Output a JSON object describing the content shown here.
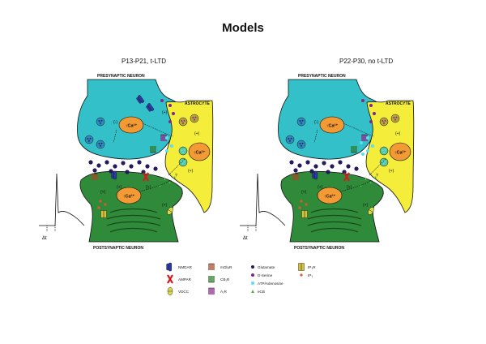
{
  "title": "Models",
  "panels": [
    {
      "heading": "P13-P21, t-LTD",
      "presynaptic": "PRESYNAPTIC NEURON",
      "astrocyte": "ASTROCYTE",
      "postsynaptic": "POSTSYNAPTIC NEURON",
      "calcium": "↑Ca²⁺",
      "calcium_astro": "↑Ca²⁺",
      "delta": "Δt",
      "question": "?"
    },
    {
      "heading": "P22-P30, no t-LTD",
      "presynaptic": "PRESYNAPTIC NEURON",
      "astrocyte": "ASTROCYTE",
      "postsynaptic": "POSTSYNAPTIC NEURON",
      "calcium": "↑Ca²⁺",
      "calcium_astro": "↑Ca²⁺",
      "delta": "Δt",
      "question": "?"
    }
  ],
  "signs": {
    "plus": "(+)",
    "minus": "(-)"
  },
  "legend": {
    "nmdar": "NMDAR",
    "ampar": "AMPAR",
    "vdcc": "VDCC",
    "mglur": "mGluR",
    "cb1r": "CB₁R",
    "a1r": "A₁R",
    "glutamate": "Glutamate",
    "dserine": "D-Serine",
    "atp": "ATP/Adenosine",
    "ecb": "eCB",
    "ip3r": "IP₃R",
    "ip3": "IP₃"
  },
  "colors": {
    "presynaptic": "#33c0c8",
    "postsynaptic": "#2f8a3a",
    "astrocyte": "#f4ee3a",
    "calcium": "#f39a35",
    "glutamate": "#241a5c",
    "dserine": "#7a2a86",
    "atp": "#59e0ea",
    "ecb": "#4ab54a",
    "nmdar": "#2a3aa8",
    "ampar": "#cc2020",
    "vdcc": "#d8d84a",
    "mglur": "#a04a2a",
    "cb1r": "#2f7a2f",
    "a1r": "#8a2a8a",
    "ip3r": "#d4c23a",
    "ip3": "#e25a2a"
  }
}
